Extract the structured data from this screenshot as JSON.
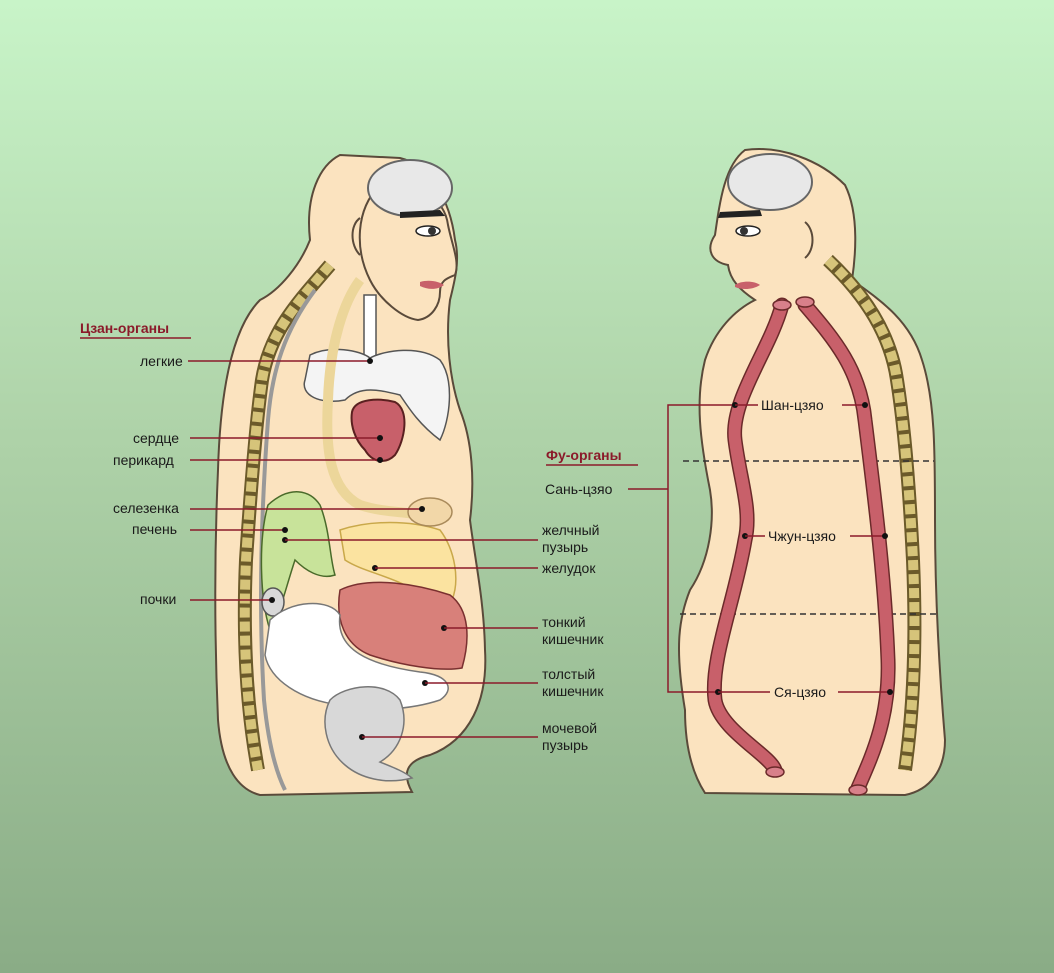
{
  "left_figure": {
    "header": "Цзан-органы",
    "labels": {
      "lungs": "легкие",
      "heart": "сердце",
      "pericardium": "перикард",
      "spleen": "селезенка",
      "liver": "печень",
      "kidneys": "почки",
      "gallbladder_1": "желчный",
      "gallbladder_2": "пузырь",
      "stomach": "желудок",
      "small_int_1": "тонкий",
      "small_int_2": "кишечник",
      "large_int_1": "толстый",
      "large_int_2": "кишечник",
      "bladder_1": "мочевой",
      "bladder_2": "пузырь"
    }
  },
  "right_figure": {
    "header": "Фу-органы",
    "labels": {
      "san_jiao": "Сань-цзяо",
      "upper": "Шан-цзяо",
      "middle": "Чжун-цзяо",
      "lower": "Ся-цзяо"
    }
  },
  "colors": {
    "header": "#8b1a2a",
    "leader": "#8b1a2a",
    "skin": "#fbe3bf",
    "channel": "#c8606a",
    "heart": "#c8606a",
    "liver": "#c8e39a",
    "stomach": "#fbe3a0",
    "small_intestine": "#d8807a",
    "large_intestine": "#ffffff",
    "bladder": "#d8d8d8"
  }
}
